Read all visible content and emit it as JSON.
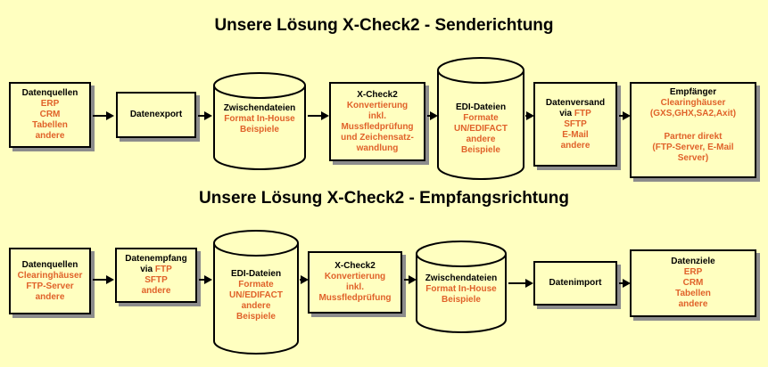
{
  "send": {
    "title": "Unsere Lösung X-Check2 - Senderichtung",
    "datenquellen": {
      "title": "Datenquellen",
      "i1": "ERP",
      "i2": "CRM",
      "i3": "Tabellen",
      "i4": "andere"
    },
    "datenexport": {
      "title": "Datenexport"
    },
    "zwischendateien": {
      "title": "Zwischendateien",
      "i1": "Format In-House",
      "i2": "Beispiele"
    },
    "xcheck": {
      "title": "X-Check2",
      "i1": "Konvertierung",
      "i2": "inkl.",
      "i3": "Mussfledprüfung",
      "i4": "und Zeichensatz-",
      "i5": "wandlung"
    },
    "edi": {
      "title": "EDI-Dateien",
      "i1": "Formate",
      "i2": "UN/EDIFACT",
      "i3": "andere",
      "i4": "Beispiele"
    },
    "versand": {
      "title": "Datenversand",
      "via": "via",
      "i1": "FTP",
      "i2": "SFTP",
      "i3": "E-Mail",
      "i4": "andere"
    },
    "empfaenger": {
      "title": "Empfänger",
      "i1": "Clearinghäuser",
      "i2": "(GXS,GHX,SA2,Axit)",
      "i3": "Partner direkt",
      "i4": "(FTP-Server, E-Mail",
      "i5": "Server)"
    }
  },
  "recv": {
    "title": "Unsere Lösung X-Check2 - Empfangsrichtung",
    "datenquellen": {
      "title": "Datenquellen",
      "i1": "Clearinghäuser",
      "i2": "FTP-Server",
      "i3": "andere"
    },
    "empfang": {
      "title": "Datenempfang",
      "via": "via",
      "i1": "FTP",
      "i2": "SFTP",
      "i3": "andere"
    },
    "edi": {
      "title": "EDI-Dateien",
      "i1": "Formate",
      "i2": "UN/EDIFACT",
      "i3": "andere",
      "i4": "Beispiele"
    },
    "xcheck": {
      "title": "X-Check2",
      "i1": "Konvertierung",
      "i2": "inkl.",
      "i3": "Mussfledprüfung"
    },
    "zwischendateien": {
      "title": "Zwischendateien",
      "i1": "Format In-House",
      "i2": "Beispiele"
    },
    "import": {
      "title": "Datenimport"
    },
    "datenziele": {
      "title": "Datenziele",
      "i1": "ERP",
      "i2": "CRM",
      "i3": "Tabellen",
      "i4": "andere"
    }
  }
}
